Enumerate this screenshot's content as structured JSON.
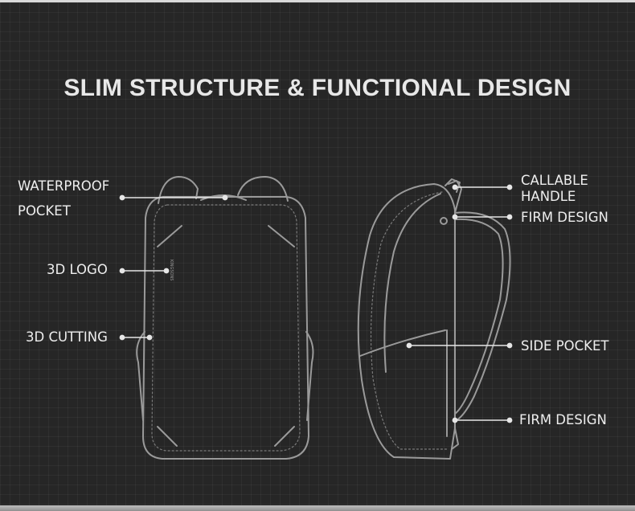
{
  "title": "SLIM STRUCTURE & FUNCTIONAL DESIGN",
  "colors": {
    "background": "#262626",
    "outline": "#9a9a9a",
    "text": "#eeeeee"
  },
  "left_labels": {
    "waterproof_line1": "WATERPROOF",
    "waterproof_line2": "POCKET",
    "logo": "3D LOGO",
    "cutting": "3D CUTTING"
  },
  "right_labels": {
    "callable_line1": "CALLABLE",
    "callable_line2": "HANDLE",
    "firm_top": "FIRM DESIGN",
    "side_pocket": "SIDE POCKET",
    "firm_bottom": "FIRM DESIGN"
  }
}
